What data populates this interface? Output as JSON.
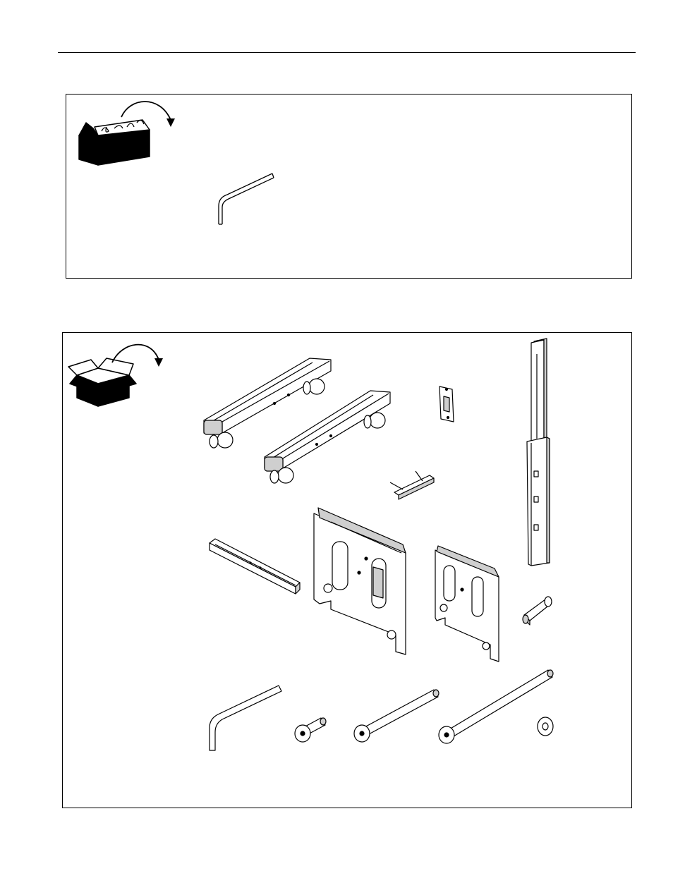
{
  "tools_section": {
    "icons": [
      "toolbox-icon",
      "rotate-arrow-icon"
    ],
    "items": [
      "hex-key-small"
    ]
  },
  "parts_section": {
    "icons": [
      "open-box-icon",
      "rotate-arrow-icon"
    ],
    "items": [
      "base-leg-with-casters",
      "base-leg-with-casters",
      "small-plate",
      "column-tube",
      "clip-bracket",
      "cross-brace",
      "large-interface-bracket",
      "small-interface-bracket",
      "spacer",
      "hex-key-large",
      "short-bolt",
      "medium-bolt",
      "long-bolt",
      "washer"
    ]
  },
  "colors": {
    "stroke": "#000000",
    "background": "#ffffff",
    "shade": "#cfcfcf"
  }
}
